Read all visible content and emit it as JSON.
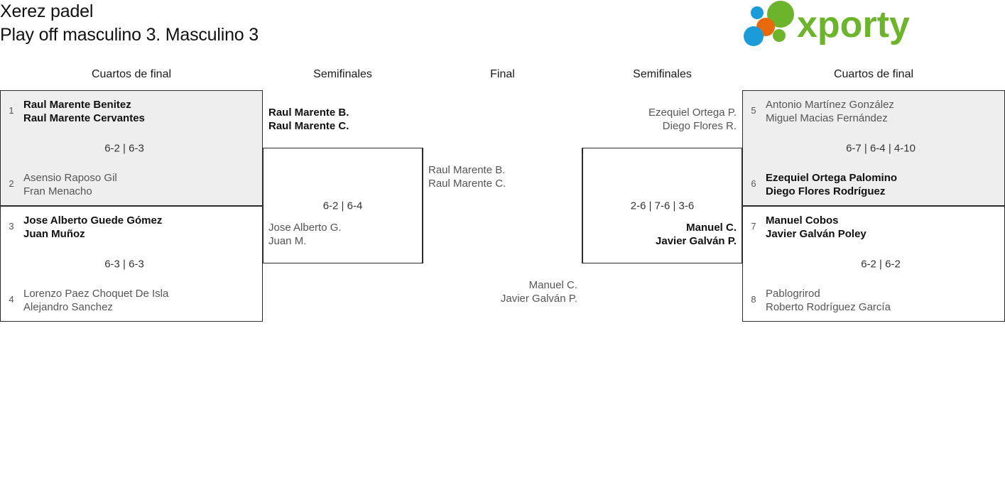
{
  "header": {
    "title": "Xerez padel",
    "subtitle": "Play off masculino 3. Masculino 3",
    "logo": {
      "name": "xporty-logo",
      "wordmark": "xporty",
      "colors": {
        "green": "#6cb42c",
        "blue": "#1b9bd8",
        "orange": "#e8690b"
      }
    }
  },
  "rounds": [
    {
      "label": "Cuartos de final"
    },
    {
      "label": "Semifinales"
    },
    {
      "label": "Final"
    },
    {
      "label": "Semifinales"
    },
    {
      "label": "Cuartos de final"
    }
  ],
  "quarterfinals": [
    {
      "id": "qf-0",
      "side": "left",
      "shaded": true,
      "score": "6-2 | 6-3",
      "top": {
        "seed": "1",
        "line1": "Raul Marente Benitez",
        "line2": "Raul Marente Cervantes",
        "winner": true
      },
      "bottom": {
        "seed": "2",
        "line1": "Asensio Raposo Gil",
        "line2": "Fran Menacho",
        "winner": false
      }
    },
    {
      "id": "qf-1",
      "side": "left",
      "shaded": false,
      "score": "6-3 | 6-3",
      "top": {
        "seed": "3",
        "line1": "Jose Alberto Guede Gómez",
        "line2": "Juan Muñoz",
        "winner": true
      },
      "bottom": {
        "seed": "4",
        "line1": "Lorenzo Paez Choquet De Isla",
        "line2": "Alejandro Sanchez",
        "winner": false
      }
    },
    {
      "id": "qf-2",
      "side": "right",
      "shaded": true,
      "score": "6-7 | 6-4 | 4-10",
      "top": {
        "seed": "5",
        "line1": "Antonio Martínez González",
        "line2": "Miguel Macias Fernández",
        "winner": false
      },
      "bottom": {
        "seed": "6",
        "line1": "Ezequiel Ortega Palomino",
        "line2": "Diego Flores Rodríguez",
        "winner": true
      }
    },
    {
      "id": "qf-3",
      "side": "right",
      "shaded": false,
      "score": "6-2 | 6-2",
      "top": {
        "seed": "7",
        "line1": "Manuel Cobos",
        "line2": "Javier Galván Poley",
        "winner": true
      },
      "bottom": {
        "seed": "8",
        "line1": "Pablogrirod",
        "line2": "Roberto Rodríguez García",
        "winner": false
      }
    }
  ],
  "semifinals": [
    {
      "id": "sf-left",
      "side": "left",
      "score": "6-2 | 6-4",
      "top": {
        "line1": "Raul Marente B.",
        "line2": "Raul Marente C.",
        "winner": true
      },
      "bottom": {
        "line1": "Jose Alberto G.",
        "line2": "Juan M.",
        "winner": false
      }
    },
    {
      "id": "sf-right",
      "side": "right",
      "score": "2-6 | 7-6 | 3-6",
      "top": {
        "line1": "Ezequiel Ortega P.",
        "line2": "Diego Flores R.",
        "winner": false
      },
      "bottom": {
        "line1": "Manuel C.",
        "line2": "Javier Galván P.",
        "winner": true
      }
    }
  ],
  "final": {
    "score": "",
    "left": {
      "line1": "Raul Marente B.",
      "line2": "Raul Marente C.",
      "winner": false
    },
    "right": {
      "line1": "Manuel C.",
      "line2": "Javier Galván P.",
      "winner": false
    }
  }
}
